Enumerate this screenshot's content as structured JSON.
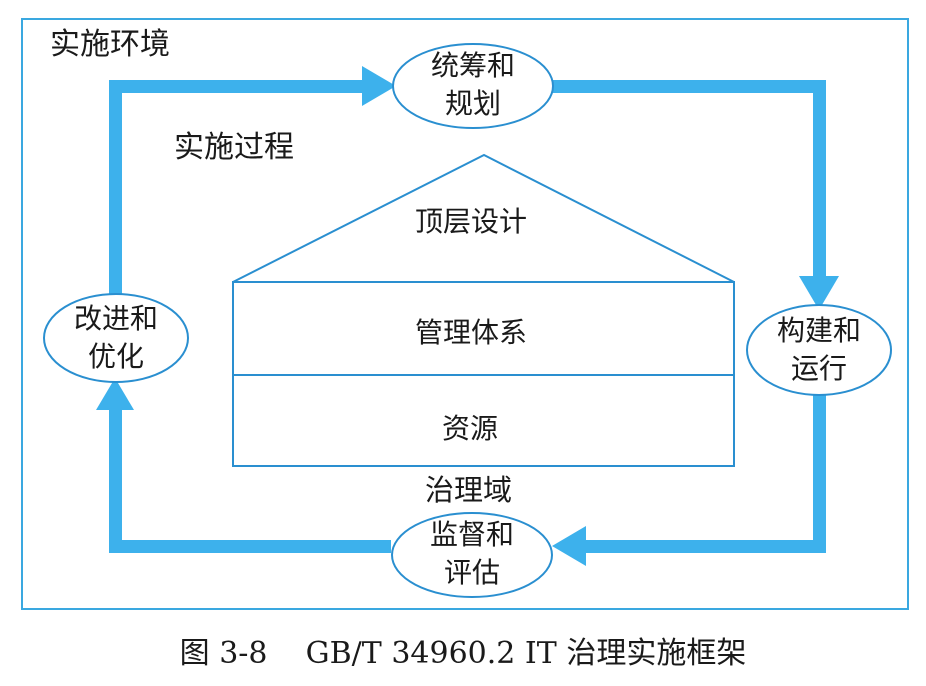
{
  "frame": {
    "env_label": "实施环境",
    "process_label": "实施过程",
    "domain_label": "治理域"
  },
  "cycle": {
    "plan": [
      "统筹和",
      "规划"
    ],
    "build": [
      "构建和",
      "运行"
    ],
    "monitor": [
      "监督和",
      "评估"
    ],
    "improve": [
      "改进和",
      "优化"
    ]
  },
  "house": {
    "top": "顶层设计",
    "middle": "管理体系",
    "bottom": "资源"
  },
  "caption": "图 3-8    GB/T 34960.2 IT 治理实施框架",
  "colors": {
    "arrow": "#3db1ec",
    "frame": "#3aa8e0",
    "line": "#2a8fd0",
    "ellipse_fill": "#ffffff"
  }
}
